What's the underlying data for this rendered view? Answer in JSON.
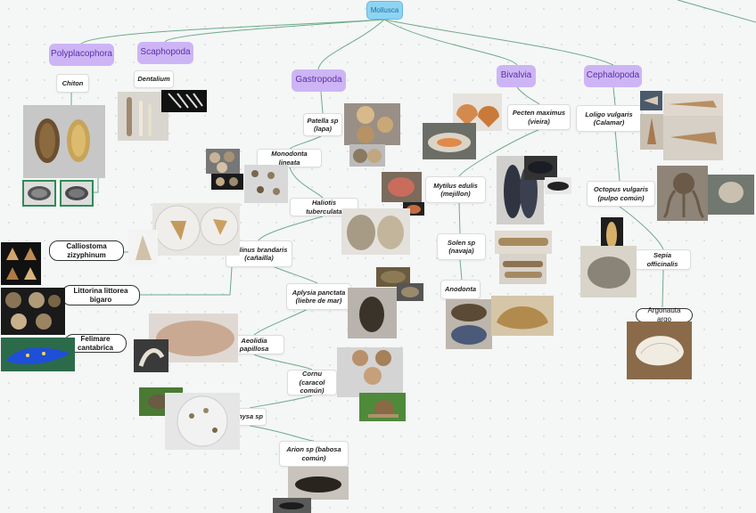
{
  "root": {
    "label": "Mollusca"
  },
  "classes": {
    "polyplacophora": "Polyplacophora",
    "scaphopoda": "Scaphopoda",
    "gastropoda": "Gastropoda",
    "bivalvia": "Bivalvia",
    "cephalopoda": "Cephalopoda"
  },
  "species": {
    "chiton": "Chiton",
    "dentalium": "Dentalium",
    "patella": "Patella sp (lapa)",
    "monodonta": "Monodonta lineata",
    "haliotis": "Haliotis tuberculata",
    "bolinus": "Bolinus brandaris (cañailla)",
    "aplysia": "Aplysia panctata (liebre de mar)",
    "aeolidia": "Aeolidia papillosa",
    "cornu": "Cornu (caracol común)",
    "physa": "Physa sp",
    "arion": "Arion sp (babosa común)",
    "pecten": "Pecten maximus (vieira)",
    "mytilus": "Mytilus edulis (mejillon)",
    "solen": "Solen sp (navaja)",
    "anodonta": "Anodonta",
    "loligo": "Loligo vulgaris (Calamar)",
    "octopus": "Octopus vulgaris (pulpo común)",
    "sepia": "Sepia officinalis",
    "calliostoma": "Calliostoma zizyphinum",
    "littorina": "Littorina littorea bigaro",
    "felimare": "Felimare cantabrica",
    "argonauta": "Argonauta argo"
  },
  "colors": {
    "link": "#6cab8a",
    "class_fill": "#cdb5f5",
    "class_text": "#5b2fa8",
    "root_fill": "#8ed4f2"
  }
}
